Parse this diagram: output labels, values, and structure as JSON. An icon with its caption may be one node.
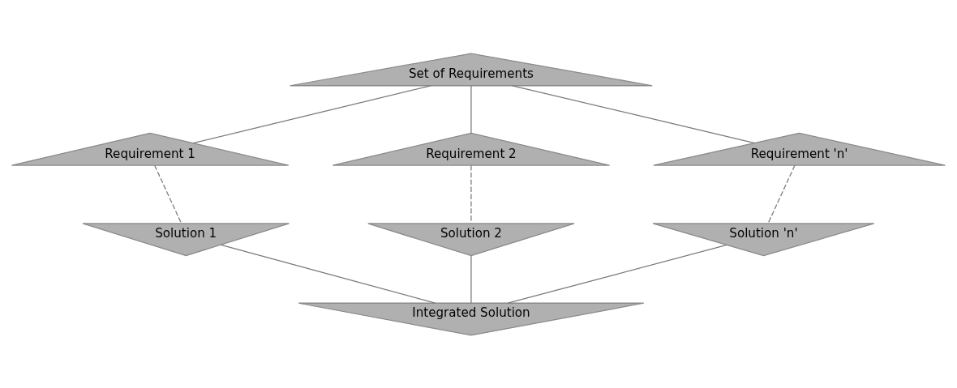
{
  "diagram": {
    "nodes": [
      {
        "text": [
          "Set of Requirements"
        ]
      },
      {
        "text": [
          "Requirement 1"
        ]
      },
      {
        "text": [
          "Requirement 2"
        ]
      },
      {
        "text": [
          "Requirement 'n'"
        ]
      },
      {
        "text": [
          "Solution 1"
        ]
      },
      {
        "text": [
          "Solution 2"
        ]
      },
      {
        "text": [
          "Solution 'n'"
        ]
      },
      {
        "text": [
          "Integrated Solution"
        ]
      }
    ],
    "edges": [
      {
        "from": 0,
        "to": 1,
        "arrow": "none"
      },
      {
        "from": 0,
        "to": 2,
        "arrow": "none"
      },
      {
        "from": 0,
        "to": 3,
        "arrow": "none"
      },
      {
        "from": 1,
        "to": 4,
        "arrow": "none",
        "style": "dashed"
      },
      {
        "from": 2,
        "to": 5,
        "arrow": "none",
        "style": "dashed"
      },
      {
        "from": 3,
        "to": 6,
        "arrow": "none",
        "style": "dashed"
      },
      {
        "from": 4,
        "to": 7,
        "arrow": "none"
      },
      {
        "from": 5,
        "to": 7,
        "arrow": "none"
      },
      {
        "from": 6,
        "to": 7,
        "arrow": "none"
      }
    ]
  }
}
